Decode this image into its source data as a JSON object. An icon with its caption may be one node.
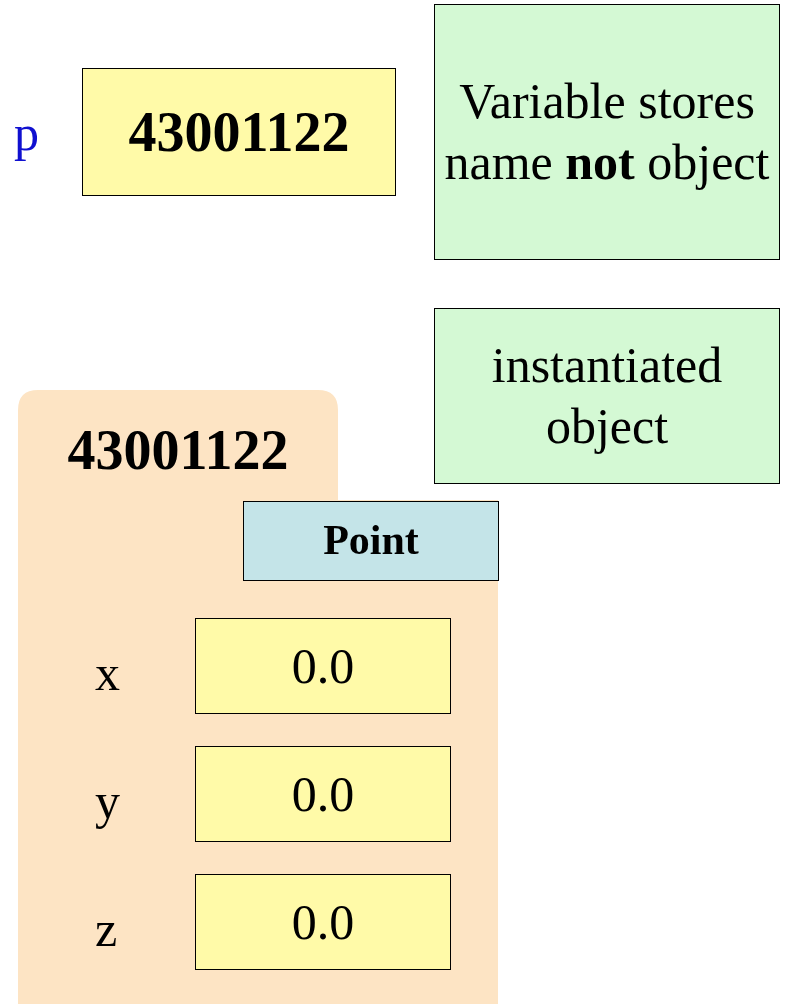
{
  "diagram": {
    "nodes": [
      {
        "text": [
          "43001122"
        ],
        "beside": [
          "p"
        ]
      },
      {
        "text": [
          "Variable stores name **not** object"
        ]
      },
      {
        "text": [
          "instantiated object"
        ]
      },
      {
        "text": [
          "43001122"
        ]
      },
      {
        "text": [
          "Point"
        ],
        "in": 3
      },
      {
        "text": [
          "0.0"
        ],
        "in": 3,
        "beside": [
          "x"
        ]
      },
      {
        "text": [
          "0.0"
        ],
        "in": 3,
        "beside": [
          "y"
        ]
      },
      {
        "text": [
          "0.0"
        ],
        "in": 3,
        "beside": [
          "z"
        ]
      }
    ]
  }
}
